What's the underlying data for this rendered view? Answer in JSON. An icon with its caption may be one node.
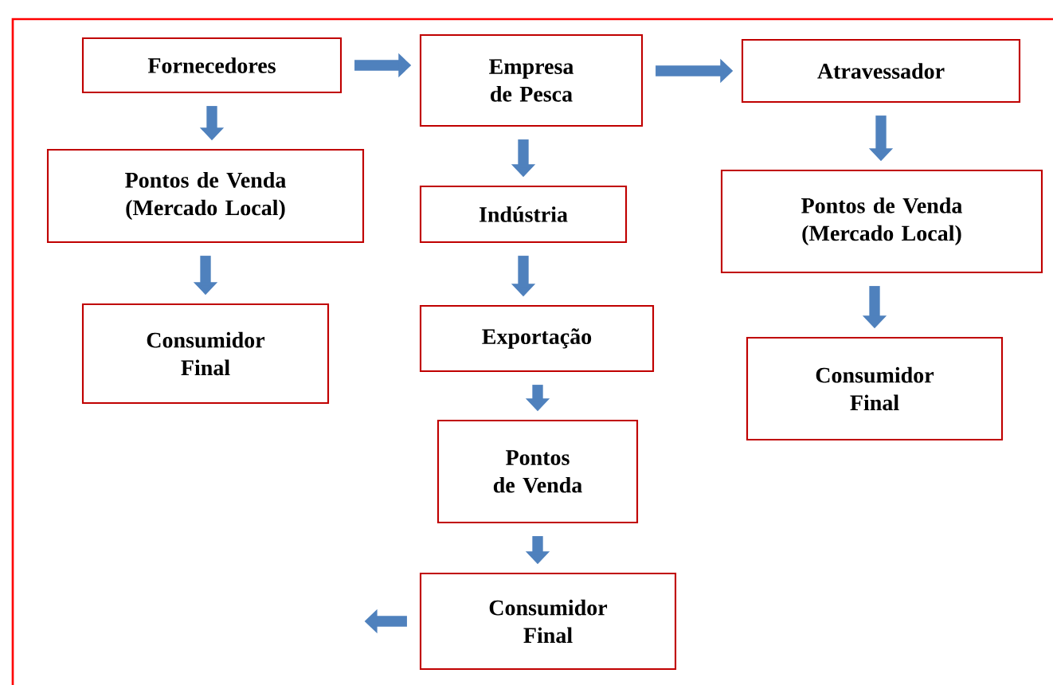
{
  "diagram": {
    "nodes": [
      {
        "text": [
          "Fornecedores"
        ]
      },
      {
        "text": [
          "Empresa de Pesca"
        ]
      },
      {
        "text": [
          "Atravessador"
        ]
      },
      {
        "text": [
          "Pontos de Venda (Mercado Local)"
        ]
      },
      {
        "text": [
          "Indústria"
        ]
      },
      {
        "text": [
          "Pontos de Venda (Mercado Local)"
        ]
      },
      {
        "text": [
          "Consumidor Final"
        ]
      },
      {
        "text": [
          "Exportação"
        ]
      },
      {
        "text": [
          "Consumidor Final"
        ]
      },
      {
        "text": [
          "Pontos de Venda"
        ]
      },
      {
        "text": [
          "Consumidor Final"
        ]
      }
    ],
    "edges": [
      {
        "from": 0,
        "to": 1,
        "arrow": "to"
      },
      {
        "from": 1,
        "to": 2,
        "arrow": "to"
      },
      {
        "from": 0,
        "to": 3,
        "arrow": "to"
      },
      {
        "from": 3,
        "to": 6,
        "arrow": "to"
      },
      {
        "from": 1,
        "to": 4,
        "arrow": "to"
      },
      {
        "from": 4,
        "to": 7,
        "arrow": "to"
      },
      {
        "from": 7,
        "to": 9,
        "arrow": "to"
      },
      {
        "from": 9,
        "to": 10,
        "arrow": "to"
      },
      {
        "from": 10,
        "to": null,
        "arrow": "to"
      },
      {
        "from": 2,
        "to": 5,
        "arrow": "to"
      },
      {
        "from": 5,
        "to": 8,
        "arrow": "to"
      }
    ]
  }
}
